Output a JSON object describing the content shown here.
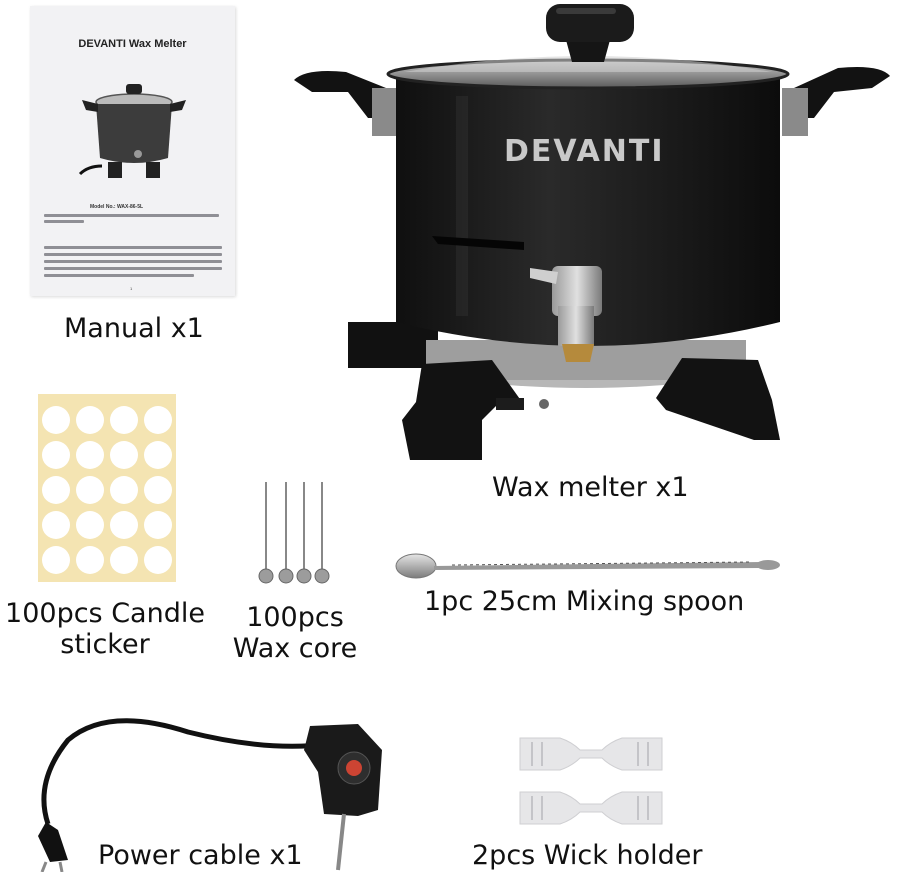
{
  "manual": {
    "title": "DEVANTI Wax Melter",
    "model_text": "Model No.: WAX-86-5L",
    "caption": "Manual x1"
  },
  "wax_melter": {
    "brand": "DEVANTI",
    "caption": "Wax melter x1"
  },
  "candle_sticker": {
    "caption_line1": "100pcs Candle",
    "caption_line2": "sticker"
  },
  "wax_core": {
    "caption_line1": "100pcs",
    "caption_line2": "Wax core"
  },
  "mixing_spoon": {
    "caption": "1pc  25cm Mixing spoon"
  },
  "power_cable": {
    "caption": "Power cable x1"
  },
  "wick_holder": {
    "caption": "2pcs Wick holder"
  },
  "colors": {
    "pot": "#1e1e1e",
    "sticker_sheet": "#f4e4b2",
    "manual_paper": "#f2f2f4",
    "brass": "#b58a3c",
    "wick_holder": "#e6e6e8"
  }
}
